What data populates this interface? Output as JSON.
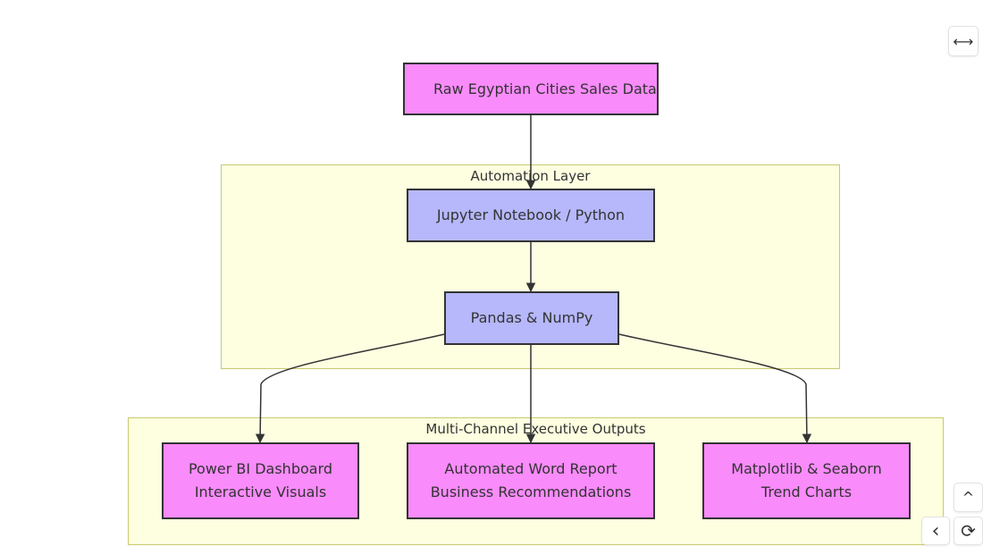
{
  "diagram": {
    "nodes": {
      "raw_data": {
        "label": "Raw Egyptian Cities Sales Data"
      },
      "jupyter": {
        "label": "Jupyter Notebook / Python"
      },
      "pandas": {
        "label": "Pandas & NumPy"
      },
      "powerbi": {
        "line1": "Power BI Dashboard",
        "line2": "Interactive Visuals"
      },
      "word_report": {
        "line1": "Automated Word Report",
        "line2": "Business Recommendations"
      },
      "matplotlib": {
        "line1": "Matplotlib & Seaborn",
        "line2": "Trend Charts"
      }
    },
    "subgraphs": {
      "automation": {
        "label": "Automation Layer"
      },
      "outputs": {
        "label": "Multi-Channel Executive Outputs"
      }
    },
    "edges": [
      {
        "from": "raw_data",
        "to": "jupyter"
      },
      {
        "from": "jupyter",
        "to": "pandas"
      },
      {
        "from": "pandas",
        "to": "powerbi"
      },
      {
        "from": "pandas",
        "to": "word_report"
      },
      {
        "from": "pandas",
        "to": "matplotlib"
      }
    ],
    "colors": {
      "node_pink": "#f98bfb",
      "node_purple": "#b6b8fb",
      "subgraph_fill": "#fdffe0",
      "subgraph_border": "#c9c96e",
      "edge": "#333333"
    }
  },
  "controls": {
    "expand": {
      "icon": "horizontal-arrows-icon",
      "glyph": "⟷"
    },
    "scroll_up": {
      "icon": "chevron-up-icon",
      "glyph": "^"
    },
    "back": {
      "icon": "chevron-left-icon",
      "glyph": "‹"
    },
    "refresh": {
      "icon": "refresh-icon",
      "glyph": "⟳"
    }
  }
}
